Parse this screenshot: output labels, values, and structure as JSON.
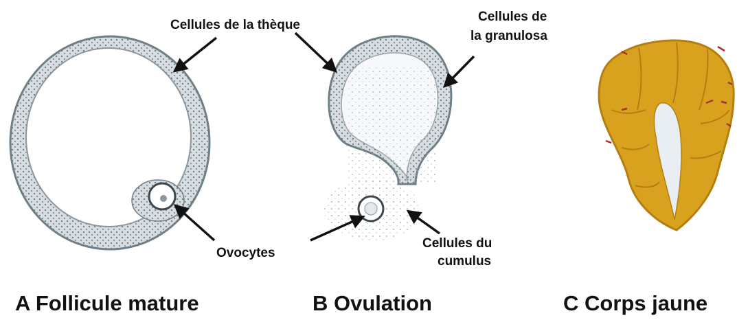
{
  "labels": {
    "theca": "Cellules de la thèque",
    "granulosa_line1": "Cellules de",
    "granulosa_line2": "la granulosa",
    "oocytes": "Ovocytes",
    "cumulus_line1": "Cellules du",
    "cumulus_line2": "cumulus"
  },
  "captions": {
    "a": "A Follicule mature",
    "b": "B Ovulation",
    "c": "C Corps jaune"
  },
  "colors": {
    "tissue_stroke": "#6f7f88",
    "tissue_fill": "#c9d0d4",
    "corpus_luteum": "#d9a21e",
    "corpus_luteum_dark": "#b47f10",
    "vessel_red": "#a8322a",
    "center_pale": "#e9eef3"
  }
}
